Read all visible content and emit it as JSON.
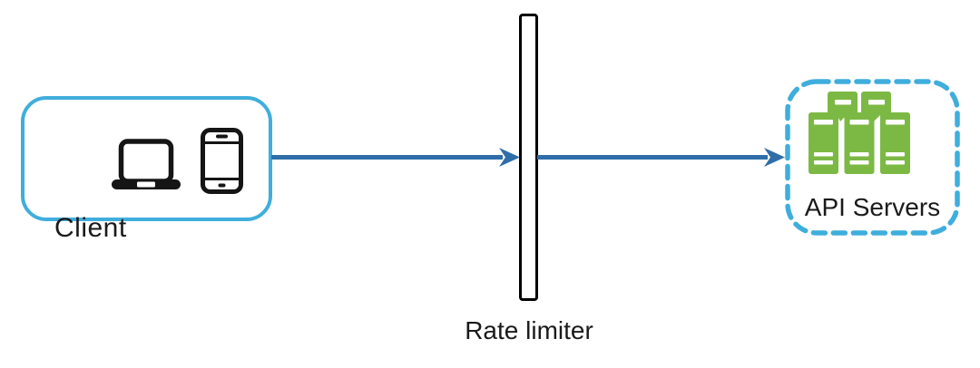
{
  "diagram": {
    "type": "architecture-flow",
    "nodes": {
      "client": {
        "label": "Client",
        "icons": [
          "laptop-icon",
          "smartphone-icon"
        ]
      },
      "rate_limiter": {
        "label": "Rate limiter",
        "shape": "vertical-bar"
      },
      "api_servers": {
        "label": "API Servers",
        "icons": [
          "server-cluster-icon"
        ],
        "border_style": "dashed"
      }
    },
    "edges": [
      {
        "from": "client",
        "to": "rate_limiter",
        "style": "arrow"
      },
      {
        "from": "rate_limiter",
        "to": "api_servers",
        "style": "arrow"
      }
    ],
    "colors": {
      "node_border_blue": "#3FAEDC",
      "arrow_blue": "#2F6EA8",
      "server_green": "#7CB944",
      "icon_black": "#151515",
      "text_black": "#1a1a1a",
      "background": "#ffffff"
    }
  }
}
